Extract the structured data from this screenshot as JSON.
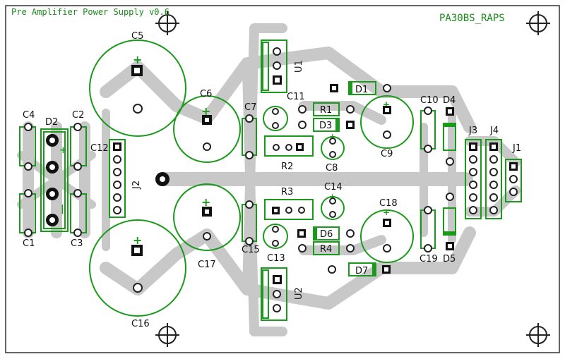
{
  "board": {
    "title": "Pre Amplifier Power Supply v0.6",
    "name": "PA30BS_RAPS"
  },
  "colors": {
    "silkscreen": "#1a9a1a",
    "copper_trace": "#c8c8c8",
    "background": "#ffffff",
    "pad_outline": "#222222"
  },
  "labels": {
    "C1": "C1",
    "C2": "C2",
    "C3": "C3",
    "C4": "C4",
    "C5": "C5",
    "C6": "C6",
    "C7": "C7",
    "C8": "C8",
    "C9": "C9",
    "C10": "C10",
    "C11": "C11",
    "C12": "C12",
    "C13": "C13",
    "C14": "C14",
    "C15": "C15",
    "C16": "C16",
    "C17": "C17",
    "C18": "C18",
    "C19": "C19",
    "D1": "D1",
    "D2": "D2",
    "D3": "D3",
    "D4": "D4",
    "D5": "D5",
    "D6": "D6",
    "D7": "D7",
    "R1": "R1",
    "R2": "R2",
    "R3": "R3",
    "R4": "R4",
    "U1": "U1",
    "U2": "U2",
    "J1": "J1",
    "J2": "J2",
    "J3": "J3",
    "J4": "J4"
  },
  "polarity": {
    "plus": "+",
    "minus": "-",
    "ac": "~"
  }
}
